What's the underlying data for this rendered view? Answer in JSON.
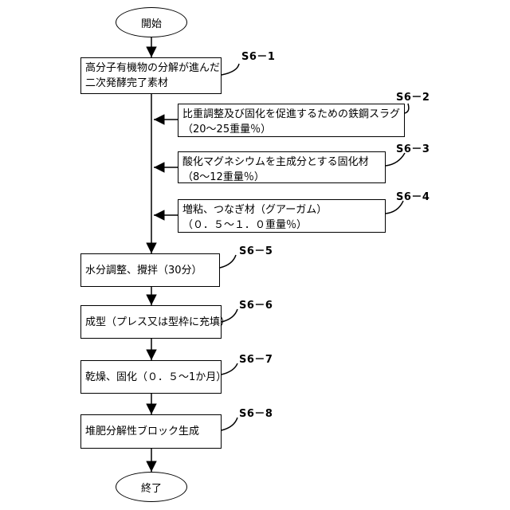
{
  "start": "開始",
  "end": "終了",
  "steps": {
    "s1": {
      "id": "S6－1",
      "line1": "高分子有機物の分解が進んだ",
      "line2": "二次発酵完了素材"
    },
    "s2": {
      "id": "S6－2",
      "line1": "比重調整及び固化を促進するための鉄鋼スラグ",
      "line2": "（20～25重量％）"
    },
    "s3": {
      "id": "S6－3",
      "line1": "酸化マグネシウムを主成分とする固化材",
      "line2": "（8～12重量％）"
    },
    "s4": {
      "id": "S6－4",
      "line1": "増粘、つなぎ材（グアーガム）",
      "line2": "（０．５～１．０重量％）"
    },
    "s5": {
      "id": "S6－5",
      "line1": "水分調整、攪拌（30分）"
    },
    "s6": {
      "id": "S6－6",
      "line1": "成型（プレス又は型枠に充填）"
    },
    "s7": {
      "id": "S6－7",
      "line1": "乾燥、固化（０．５～1か月）"
    },
    "s8": {
      "id": "S6－8",
      "line1": "堆肥分解性ブロック生成"
    }
  }
}
